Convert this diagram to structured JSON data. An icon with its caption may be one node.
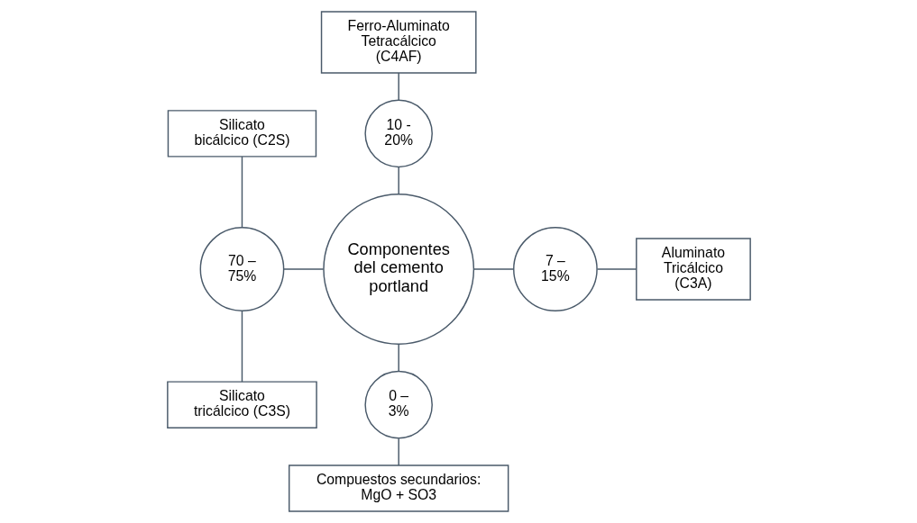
{
  "diagram": {
    "nodes": [
      {
        "text": [
          "Ferro-Aluminato Tetracálcico (C4AF)"
        ]
      },
      {
        "text": [
          "10 - 20%"
        ]
      },
      {
        "text": [
          "Silicato bicálcico (C2S)"
        ]
      },
      {
        "text": [
          "70 – 75%"
        ]
      },
      {
        "text": [
          "Componentes del cemento portland"
        ]
      },
      {
        "text": [
          "7 – 15%"
        ]
      },
      {
        "text": [
          "Aluminato Tricálcico (C3A)"
        ]
      },
      {
        "text": [
          "Silicato tricálcico (C3S)"
        ]
      },
      {
        "text": [
          "0 – 3%"
        ]
      },
      {
        "text": [
          "Compuestos secundarios: MgO + SO3"
        ]
      }
    ],
    "edges": [
      {
        "from": 0,
        "to": 1,
        "arrow": "none"
      },
      {
        "from": 1,
        "to": 4,
        "arrow": "none"
      },
      {
        "from": 2,
        "to": 3,
        "arrow": "none"
      },
      {
        "from": 7,
        "to": 3,
        "arrow": "none"
      },
      {
        "from": 3,
        "to": 4,
        "arrow": "none"
      },
      {
        "from": 4,
        "to": 5,
        "arrow": "none"
      },
      {
        "from": 5,
        "to": 6,
        "arrow": "none"
      },
      {
        "from": 4,
        "to": 8,
        "arrow": "none"
      },
      {
        "from": 8,
        "to": 9,
        "arrow": "none"
      }
    ]
  }
}
